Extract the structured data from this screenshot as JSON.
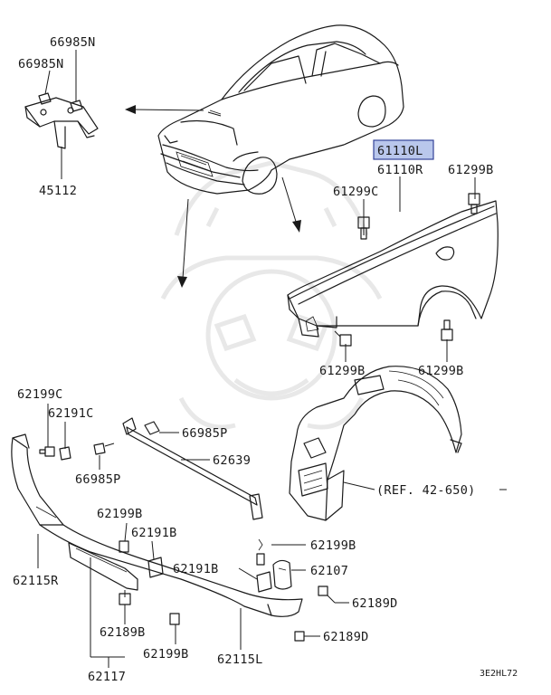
{
  "diagram": {
    "part_labels": {
      "p66985N_a": "66985N",
      "p66985N_b": "66985N",
      "p45112": "45112",
      "p61110L": "61110L",
      "p61110R": "61110R",
      "p61299C": "61299C",
      "p61299B_a": "61299B",
      "p61299B_b": "61299B",
      "p61299B_c": "61299B",
      "p62199C": "62199C",
      "p62191C": "62191C",
      "p66985P_a": "66985P",
      "p66985P_b": "66985P",
      "p62639": "62639",
      "p62115R": "62115R",
      "p62199B_a": "62199B",
      "p62191B_a": "62191B",
      "p62191B_b": "62191B",
      "p62199B_b": "62199B",
      "p62107": "62107",
      "p62189D_a": "62189D",
      "p62189B": "62189B",
      "p62189D_b": "62189D",
      "p62199B_c": "62199B",
      "p62115L": "62115L",
      "p62117": "62117"
    },
    "reference": "(REF. 42-650)",
    "diagram_code": "3E2HL72",
    "highlight_color": "#b9c7ec"
  }
}
